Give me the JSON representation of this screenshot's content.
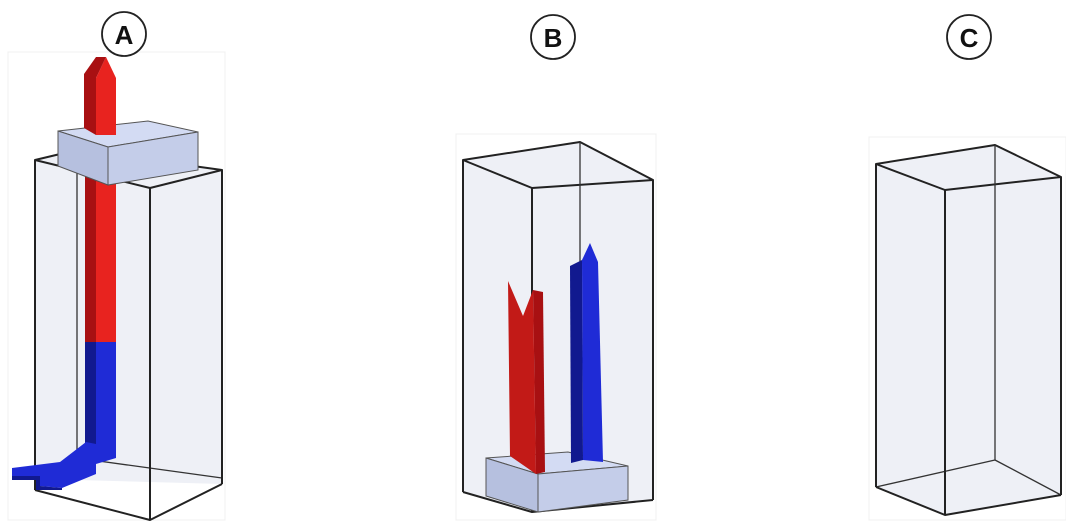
{
  "labels": [
    "A",
    "B",
    "C"
  ],
  "colors": {
    "hot": "#e8231f",
    "hot_dark": "#a81012",
    "cold": "#1f2bd6",
    "cold_dark": "#11198f",
    "housing_fill": "#eef0f6",
    "box_top": "#d3dbf3",
    "box_side": "#b6c0df",
    "box_front": "#c4cde9",
    "edge": "#222222"
  }
}
